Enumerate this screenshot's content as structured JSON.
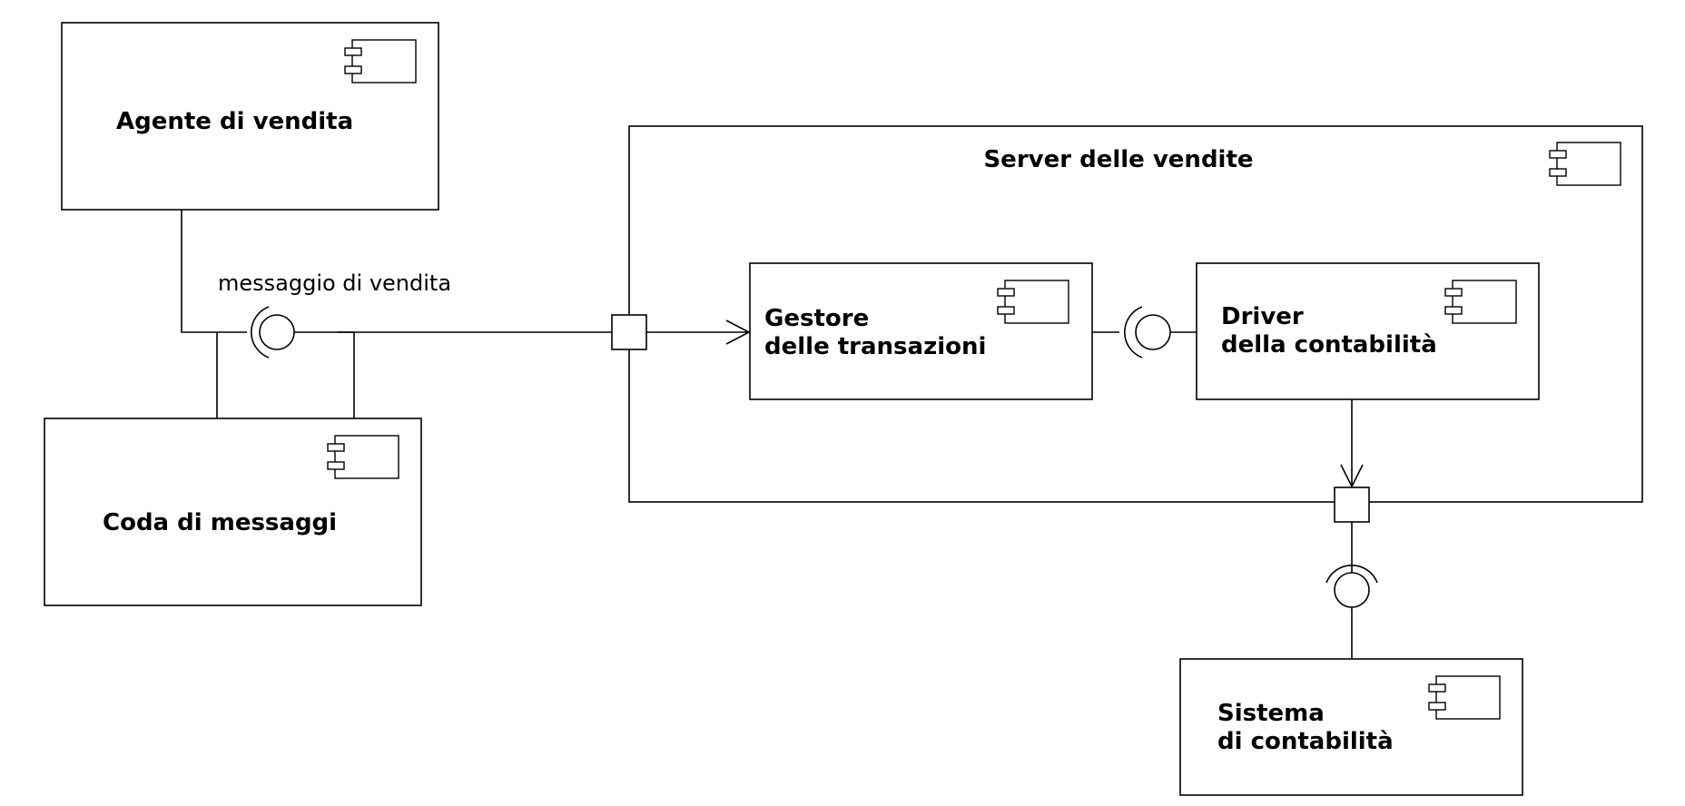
{
  "components": {
    "agente": {
      "label": "Agente di vendita"
    },
    "coda": {
      "label": "Coda di messaggi"
    },
    "server": {
      "label": "Server delle vendite"
    },
    "gestore": {
      "line1": "Gestore",
      "line2": "delle transazioni"
    },
    "driver": {
      "line1": "Driver",
      "line2": "della contabilità"
    },
    "sistema": {
      "line1": "Sistema",
      "line2": "di contabilità"
    }
  },
  "interfaces": {
    "messaggio": {
      "label": "messaggio di vendita"
    }
  },
  "icons": {
    "component": "uml-component-icon",
    "provided": "lollipop-icon",
    "required": "socket-icon",
    "port": "port-square-icon"
  }
}
